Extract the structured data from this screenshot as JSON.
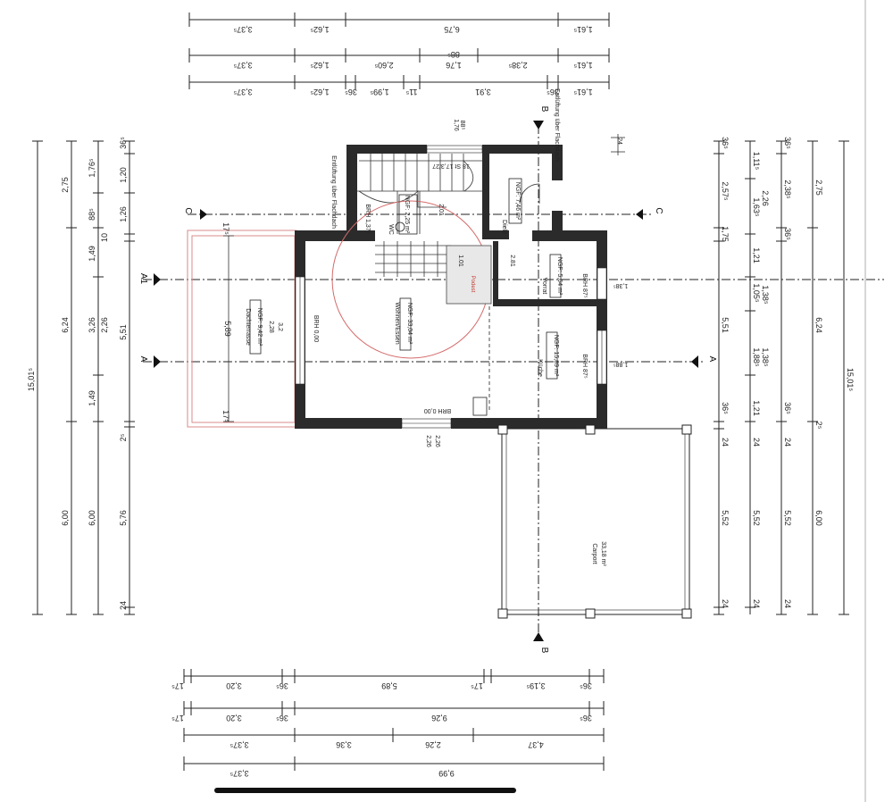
{
  "top_dims": {
    "row1": [
      "3,37⁵",
      "1,62⁵",
      "6,75",
      "1,61⁵"
    ],
    "row2": [
      "3,37⁵",
      "1,62⁵",
      "2,60⁵",
      "1,76",
      "88⁵",
      "2,38⁵",
      "1,61⁵"
    ],
    "row3": [
      "3,37⁵",
      "1,62⁵",
      "36⁵",
      "1,99⁵",
      "11⁵",
      "3,91",
      "36⁵",
      "1,61⁵"
    ]
  },
  "left_dims": {
    "col1": [
      "15,01⁵"
    ],
    "col2": [
      "2,75",
      "6,24",
      "6,00"
    ],
    "col3": [
      "1,76⁵",
      "88⁵",
      "1,49",
      "3,26",
      "1,49",
      "6,00"
    ],
    "col4": [
      "36⁵",
      "1,20",
      "1,26",
      "10",
      "2,26",
      "5,51",
      "2⁵",
      "5,76",
      "24"
    ]
  },
  "right_dims": {
    "col1": [
      "36⁵",
      "2,57⁵",
      "1,75",
      "5,51",
      "36⁵",
      "24",
      "5,52",
      "24"
    ],
    "col2": [
      "1,11⁵",
      "1,63⁵",
      "1,21",
      "1,05⁵",
      "1,88⁵",
      "1,21",
      "24",
      "5,52",
      "24"
    ],
    "col3": [
      "36⁵",
      "2,38⁵",
      "2,26",
      "36⁵",
      "1,38⁵",
      "1,38⁵",
      "36⁵",
      "24",
      "5,52",
      "24"
    ],
    "col4": [
      "2,75",
      "6,24",
      "2⁵",
      "6,00"
    ],
    "col5": [
      "15,01⁵"
    ]
  },
  "bottom_dims": {
    "row1": [
      "17⁵",
      "3,20",
      "36⁵",
      "5,89",
      "17⁵",
      "3,19⁵",
      "36⁵"
    ],
    "row2": [
      "17⁵",
      "3,20",
      "36⁵",
      "9,26",
      "36⁵"
    ],
    "row3": [
      "3,37⁵",
      "3,36",
      "2,26",
      "4,37"
    ],
    "row4": [
      "3,37⁵",
      "9,99"
    ]
  },
  "section_marks": {
    "a": "A",
    "a1": "A1",
    "b": "B",
    "c": "C"
  },
  "rooms": {
    "terrace": {
      "name": "Dachterrasse",
      "area": "NGF: 9,42 m²",
      "width": "5,89"
    },
    "living": {
      "name": "Wohnen/Essen",
      "area": "NGF: 33,04 m²",
      "brh": "BRH 0,00"
    },
    "kitchen": {
      "name": "Küche",
      "area": "NGF: 15,89 m²"
    },
    "pantry": {
      "name": "Vorrat",
      "area": "NGF: 5,64 m²"
    },
    "hall": {
      "name": "Diele",
      "area": "NGF: 7,46 m²"
    },
    "wc": {
      "name": "WC",
      "area": "NGF: 2,25 m²"
    },
    "carport": {
      "name": "Carport",
      "area": "33,18 m²"
    }
  },
  "labels": {
    "vent_left": "Entlüftung über Flachdach",
    "vent_right": "Entlüftung über Flachdach",
    "podest": "Podest",
    "brh_stair": "BRH 1,37⁵",
    "brh_bottom": "BRH 0,00",
    "brh_pantry": "BRH 87⁵",
    "brh_kitchen": "BRH 87⁵",
    "stair_note": "18 St 17,3/27",
    "door_201": "2.01",
    "door_281": "2.81",
    "d226a": "2,26",
    "d226b": "2,26",
    "d101": "1.01",
    "d176": "1,76",
    "d88": "88⁵",
    "d24": "24",
    "d175a": "17⁵",
    "d175b": "17⁵",
    "d228": "2,28",
    "d32": "3,2",
    "d138": "1,38⁵",
    "d188": "1,88⁵"
  }
}
